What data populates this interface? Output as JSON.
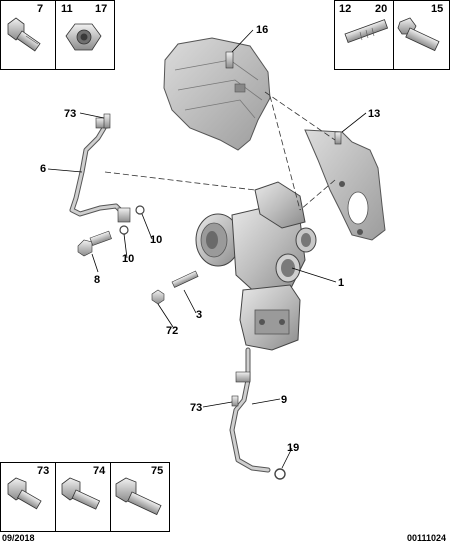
{
  "top_left_boxes": [
    {
      "labels": [
        "7"
      ]
    },
    {
      "labels": [
        "11",
        "17"
      ]
    }
  ],
  "top_right_boxes": [
    {
      "labels": [
        "12",
        "20"
      ]
    },
    {
      "labels": [
        "15"
      ]
    }
  ],
  "bottom_boxes": [
    {
      "labels": [
        "73"
      ]
    },
    {
      "labels": [
        "74"
      ]
    },
    {
      "labels": [
        "75"
      ]
    }
  ],
  "callouts": {
    "c16": "16",
    "c13": "13",
    "c73a": "73",
    "c6": "6",
    "c10a": "10",
    "c10b": "10",
    "c8": "8",
    "c1": "1",
    "c3": "3",
    "c72": "72",
    "c9": "9",
    "c73b": "73",
    "c19": "19"
  },
  "footer": {
    "date": "09/2018",
    "ref": "00111024"
  }
}
